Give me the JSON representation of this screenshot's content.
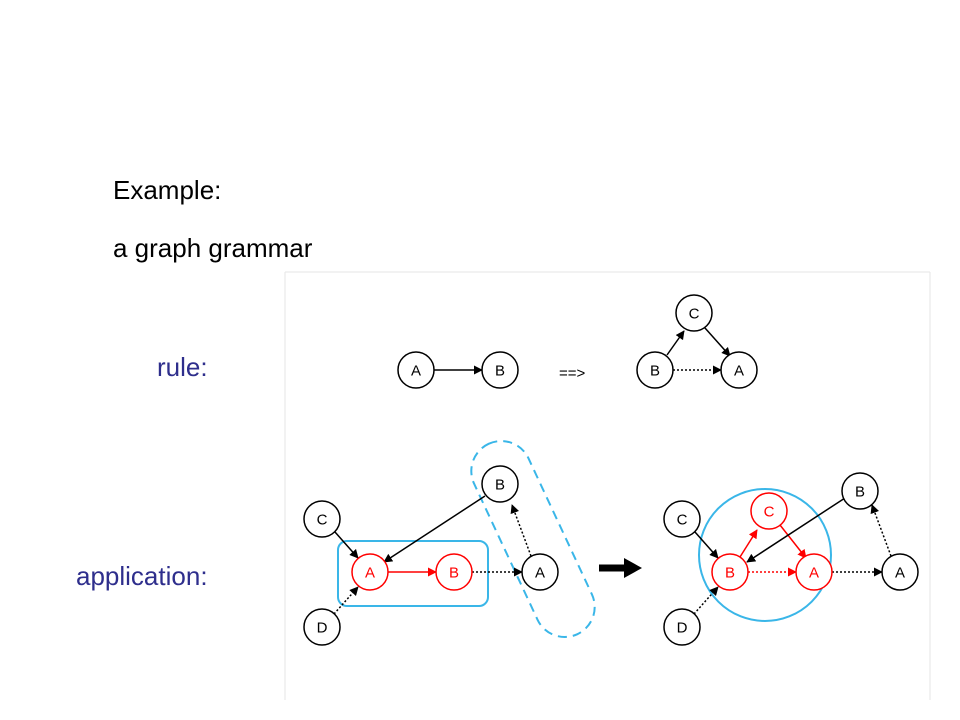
{
  "slide": {
    "heading_line1": "Example:",
    "heading_line2": "a graph grammar",
    "rule_label": "rule:",
    "application_label": "application:"
  },
  "rule": {
    "arrow_text": "==>",
    "lhs": {
      "nodes": [
        "A",
        "B"
      ]
    },
    "rhs": {
      "nodes": [
        "C",
        "B",
        "A"
      ]
    }
  },
  "application": {
    "before": {
      "nodes": [
        "C",
        "A",
        "B",
        "A",
        "D",
        "B"
      ]
    },
    "after": {
      "nodes": [
        "C",
        "B",
        "A",
        "A",
        "D",
        "C",
        "B"
      ]
    }
  },
  "colors": {
    "text_heading": "#000000",
    "text_label": "#2e2e8c",
    "node_default": "#000000",
    "node_highlight": "#ff0000",
    "match_box": "#3ab6e8"
  }
}
